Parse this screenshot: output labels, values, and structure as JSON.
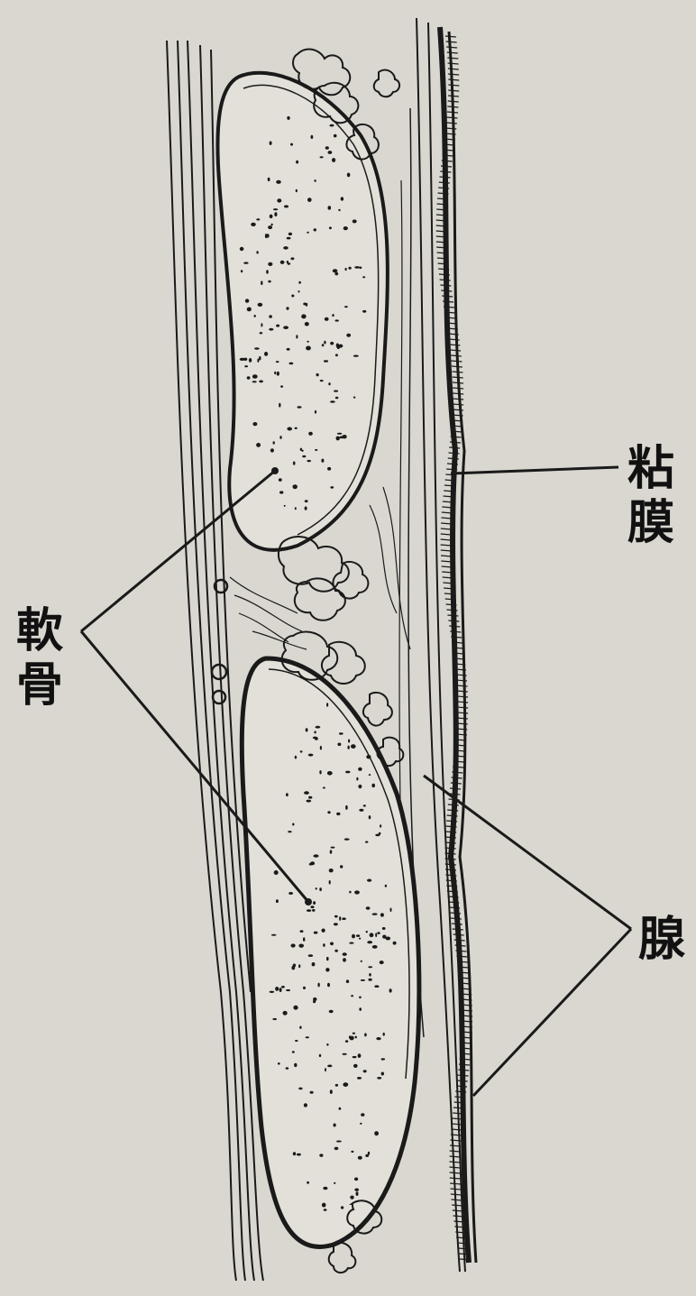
{
  "labels": {
    "mucosa": [
      "粘",
      "膜"
    ],
    "cartilage": [
      "軟",
      "骨"
    ],
    "gland": [
      "腺"
    ]
  },
  "colors": {
    "paper": "#d9d7d0",
    "ink": "#1a1a1a",
    "cartilage_fill": "#e2e0d8"
  }
}
